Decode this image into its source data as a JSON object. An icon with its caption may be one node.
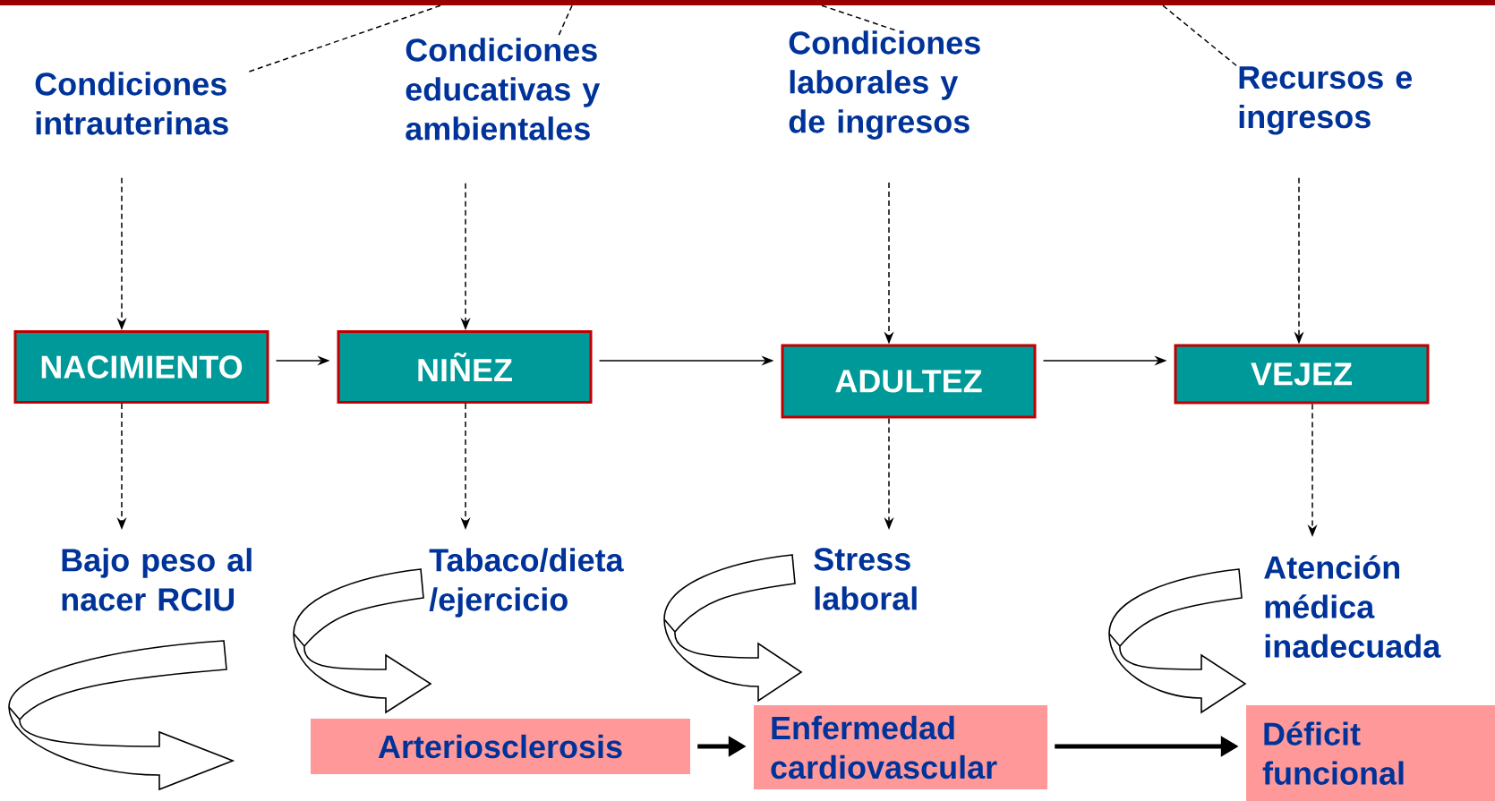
{
  "diagram": {
    "nodes": [
      {
        "text": [
          "Condiciones intrauterinas"
        ]
      },
      {
        "text": [
          "Condiciones educativas y ambientales"
        ]
      },
      {
        "text": [
          "Condiciones laborales y de ingresos"
        ]
      },
      {
        "text": [
          "Recursos e ingresos"
        ]
      },
      {
        "text": [
          "NACIMIENTO"
        ]
      },
      {
        "text": [
          "NIÑEZ"
        ]
      },
      {
        "text": [
          "ADULTEZ"
        ]
      },
      {
        "text": [
          "VEJEZ"
        ]
      },
      {
        "text": [
          "Bajo peso al nacer RCIU"
        ]
      },
      {
        "text": [
          "Tabaco/dieta /ejercicio"
        ]
      },
      {
        "text": [
          "Stress laboral"
        ]
      },
      {
        "text": [
          "Atención médica inadecuada"
        ]
      },
      {
        "text": [
          "Arteriosclerosis"
        ]
      },
      {
        "text": [
          "Enfermedad cardiovascular"
        ]
      },
      {
        "text": [
          "Déficit funcional"
        ]
      },
      {
        "text": [],
        "shape": "bar"
      }
    ],
    "edges": [
      {
        "from": 0,
        "to": 4,
        "arrow": "to",
        "style": "dashed"
      },
      {
        "from": 1,
        "to": 5,
        "arrow": "to",
        "style": "dashed"
      },
      {
        "from": 2,
        "to": 6,
        "arrow": "to",
        "style": "dashed"
      },
      {
        "from": 3,
        "to": 7,
        "arrow": "to",
        "style": "dashed"
      },
      {
        "from": 4,
        "to": 8,
        "arrow": "to",
        "style": "dashed"
      },
      {
        "from": 5,
        "to": 9,
        "arrow": "to",
        "style": "dashed"
      },
      {
        "from": 6,
        "to": 10,
        "arrow": "to",
        "style": "dashed"
      },
      {
        "from": 7,
        "to": 11,
        "arrow": "to",
        "style": "dashed"
      },
      {
        "from": 4,
        "to": 5,
        "arrow": "to"
      },
      {
        "from": 5,
        "to": 6,
        "arrow": "to"
      },
      {
        "from": 6,
        "to": 7,
        "arrow": "to"
      },
      {
        "from": 12,
        "to": 13,
        "arrow": "to",
        "style": "thick"
      },
      {
        "from": 13,
        "to": 14,
        "arrow": "to",
        "style": "thick"
      },
      {
        "from": 15,
        "to": 0,
        "arrow": "none",
        "style": "dashed"
      },
      {
        "from": 15,
        "to": 1,
        "arrow": "none",
        "style": "dashed"
      },
      {
        "from": 15,
        "to": 2,
        "arrow": "none",
        "style": "dashed"
      },
      {
        "from": 15,
        "to": 3,
        "arrow": "none",
        "style": "dashed"
      }
    ]
  }
}
